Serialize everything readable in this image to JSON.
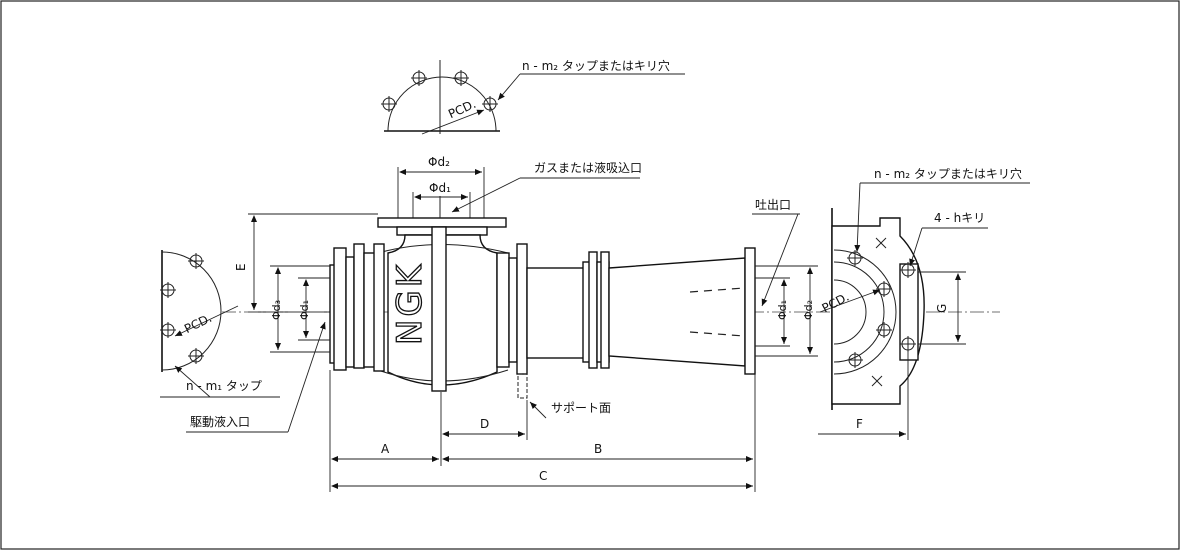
{
  "labels": {
    "top_tap_note": "n - m₂ タップまたはキリ穴",
    "right_tap_note": "n - m₂ タップまたはキリ穴",
    "gas_inlet": "ガスまたは液吸込口",
    "discharge": "吐出口",
    "hole_note": "4 - hキリ",
    "left_tap_note": "n - m₁ タップ",
    "drive_inlet": "駆動液入口",
    "support_face": "サポート面",
    "logo": "NGK",
    "pcd_top": "PCD.",
    "pcd_left": "PCD.",
    "pcd_right": "PCD."
  },
  "dimensions": {
    "phi_d2_top": "Φd₂",
    "phi_d1_top": "Φd₁",
    "phi_d3_left": "Φd₃",
    "phi_d1_left": "Φd₁",
    "phi_d1_right": "Φd₁",
    "phi_d2_right": "Φd₂",
    "A": "A",
    "B": "B",
    "C": "C",
    "D": "D",
    "E": "E",
    "F": "F",
    "G": "G"
  }
}
